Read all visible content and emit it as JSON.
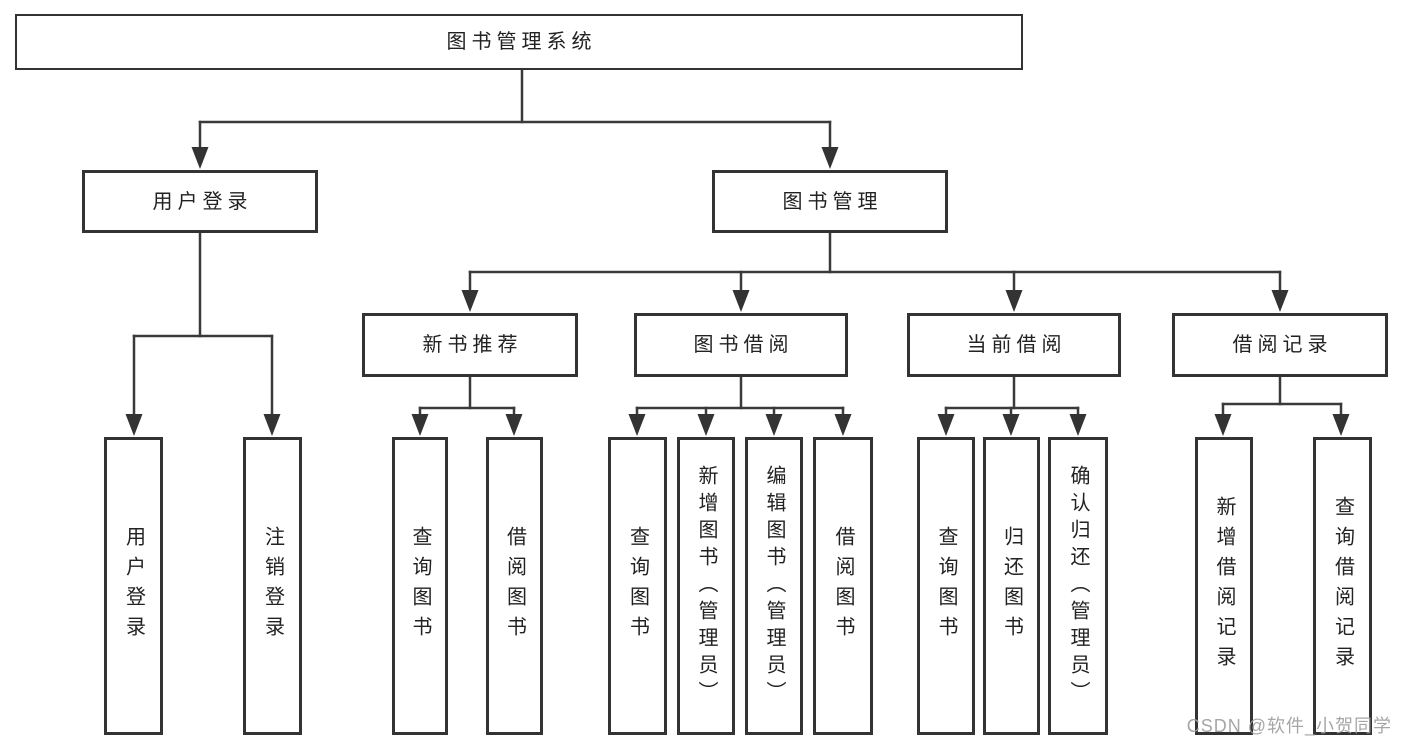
{
  "watermark": "CSDN @软件_小贺同学",
  "colors": {
    "background": "#ffffff",
    "line": "#3a3a3a",
    "box_border": "#333333",
    "text": "#222222",
    "watermark": "#9e9e9e"
  },
  "tree": {
    "root": {
      "label": "图书管理系统",
      "children": [
        {
          "label": "用户登录",
          "children": [
            {
              "label": "用户登录"
            },
            {
              "label": "注销登录"
            }
          ]
        },
        {
          "label": "图书管理",
          "children": [
            {
              "label": "新书推荐",
              "children": [
                {
                  "label": "查询图书"
                },
                {
                  "label": "借阅图书"
                }
              ]
            },
            {
              "label": "图书借阅",
              "children": [
                {
                  "label": "查询图书"
                },
                {
                  "label": "新增图书（管理员）"
                },
                {
                  "label": "编辑图书（管理员）"
                },
                {
                  "label": "借阅图书"
                }
              ]
            },
            {
              "label": "当前借阅",
              "children": [
                {
                  "label": "查询图书"
                },
                {
                  "label": "归还图书"
                },
                {
                  "label": "确认归还（管理员）"
                }
              ]
            },
            {
              "label": "借阅记录",
              "children": [
                {
                  "label": "新增借阅记录"
                },
                {
                  "label": "查询借阅记录"
                }
              ]
            }
          ]
        }
      ]
    }
  }
}
